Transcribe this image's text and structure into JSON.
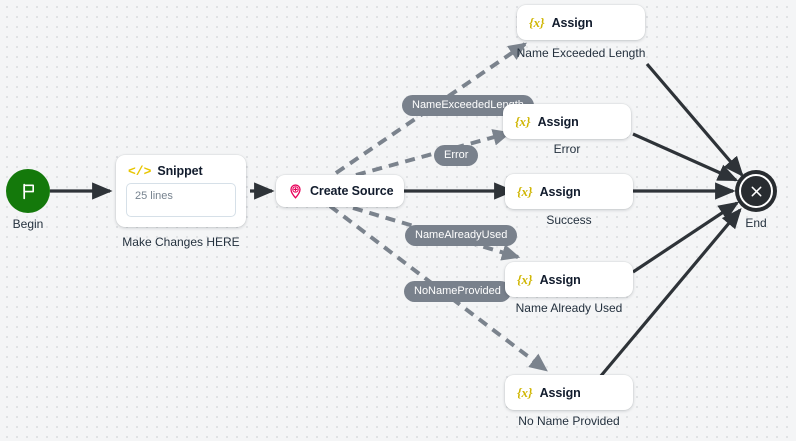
{
  "canvas": {
    "background_color": "#f4f5f6",
    "dot_color": "#dcdee1"
  },
  "colors": {
    "begin_green": "#14790b",
    "end_dark": "#282c30",
    "pill_gray": "#79818c",
    "dashed_edge": "#7b838d",
    "solid_edge": "#2e3338",
    "assign_icon_yellow": "#cfb500",
    "snippet_icon_yellow": "#e8c500",
    "create_source_pink": "#e8005a"
  },
  "nodes": {
    "begin": {
      "caption": "Begin",
      "icon": "flag-icon"
    },
    "snippet": {
      "title": "Snippet",
      "icon": "code-snippet-icon",
      "body_text": "25 lines",
      "caption": "Make Changes HERE"
    },
    "create_source": {
      "title": "Create Source",
      "icon": "map-pin-plus-icon"
    },
    "assign_name_exceeded": {
      "title": "Assign",
      "icon": "variable-x-icon",
      "caption": "Name Exceeded Length"
    },
    "assign_error": {
      "title": "Assign",
      "icon": "variable-x-icon",
      "caption": "Error"
    },
    "assign_success": {
      "title": "Assign",
      "icon": "variable-x-icon",
      "caption": "Success"
    },
    "assign_name_already_used": {
      "title": "Assign",
      "icon": "variable-x-icon",
      "caption": "Name Already Used"
    },
    "assign_no_name_provided": {
      "title": "Assign",
      "icon": "variable-x-icon",
      "caption": "No Name Provided"
    },
    "end": {
      "caption": "End",
      "icon": "close-x-icon"
    }
  },
  "edge_labels": {
    "name_exceeded_length": "NameExceededLength",
    "error": "Error",
    "name_already_used": "NameAlreadyUsed",
    "no_name_provided": "NoNameProvided"
  }
}
